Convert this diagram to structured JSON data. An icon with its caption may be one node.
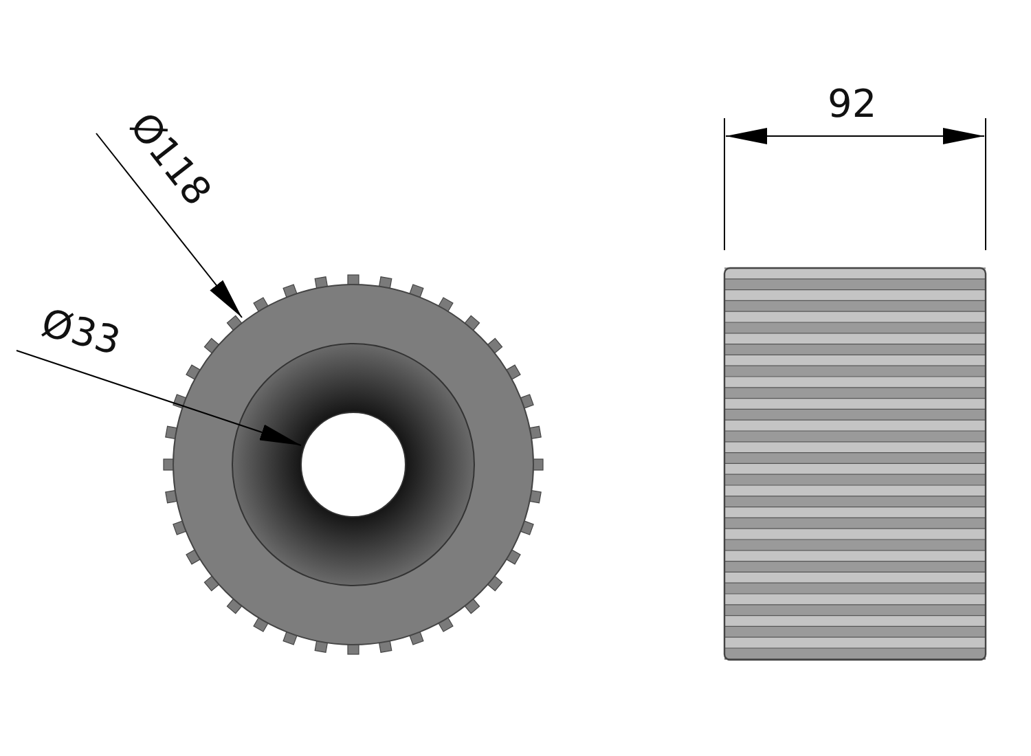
{
  "diagram": {
    "labels": [
      "Ø118",
      "Ø33",
      "92"
    ]
  }
}
